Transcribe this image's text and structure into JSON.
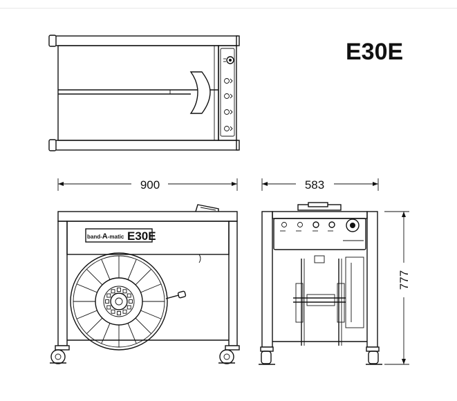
{
  "drawing": {
    "model_title": "E30E",
    "dimensions": {
      "width": "900",
      "depth": "583",
      "height": "777"
    },
    "logo": {
      "brand_left": "band-",
      "brand_mark": "A",
      "brand_right": "-matic",
      "model": "E30E"
    },
    "views": [
      "top-view",
      "front-view",
      "side-view"
    ],
    "line_color": "#111111",
    "background": "#ffffff"
  }
}
